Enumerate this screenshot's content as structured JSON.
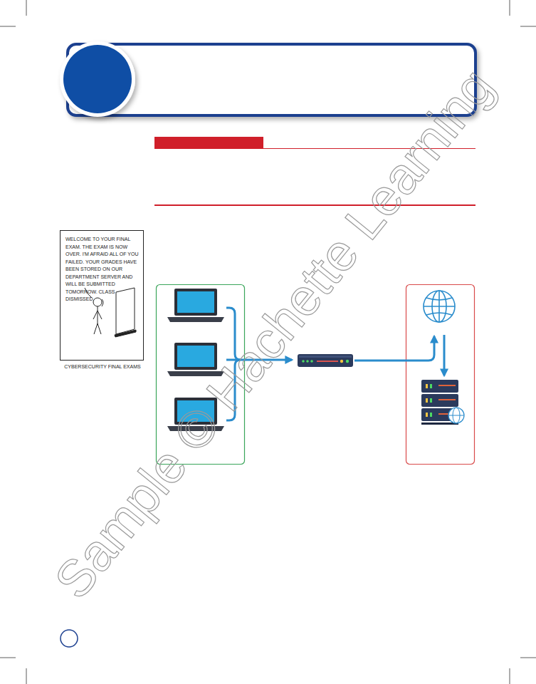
{
  "diagram": {
    "nodes": [
      {
        "text": [
          "WELCOME TO YOUR FINAL EXAM. THE EXAM IS NOW OVER. I'M AFRAID ALL OF YOU FAILED. YOUR GRADES HAVE BEEN STORED ON OUR DEPARTMENT SERVER AND WILL BE SUBMITTED TOMORROW. CLASS DISMISSED.",
          "CYBERSECURITY FINAL EXAMS"
        ]
      }
    ],
    "labels": [
      "Sample © Hachette Learning"
    ]
  }
}
